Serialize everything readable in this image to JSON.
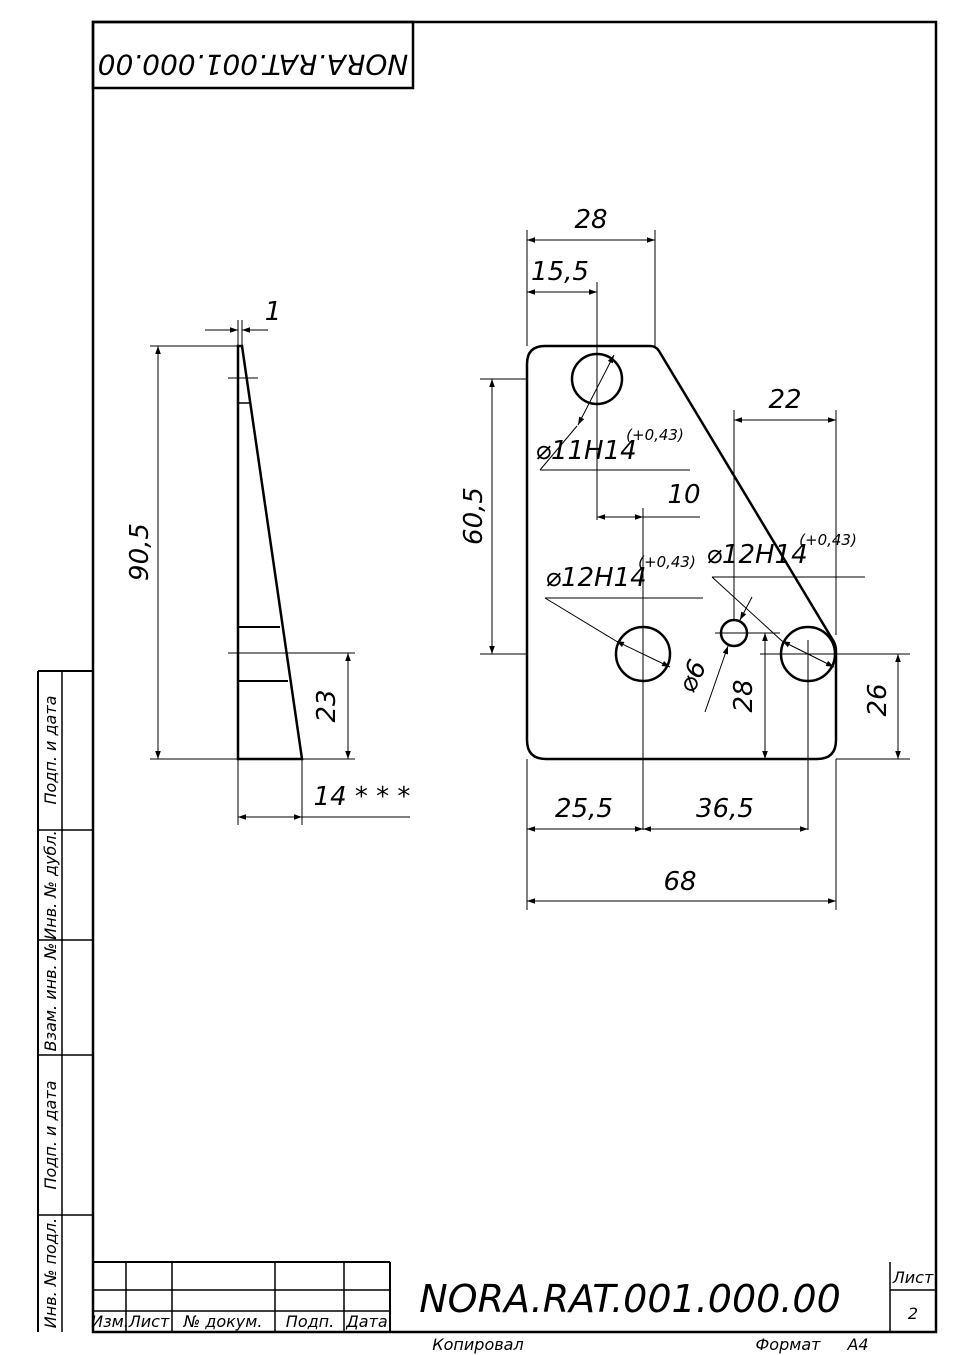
{
  "doc": {
    "code": "NORA.RAT.001.000.00",
    "mirrored_code": "NORA.RAT.001.000.00",
    "sheet_label": "Лист",
    "sheet_number": "2",
    "copied_label": "Копировал",
    "format_label": "Формат",
    "format_value": "A4"
  },
  "title_block": {
    "columns": [
      "Изм.",
      "Лист",
      "№ докум.",
      "Подп.",
      "Дата"
    ]
  },
  "side_strip": {
    "labels": [
      "Подп. и дата",
      "Инв. № дубл.",
      "Взам. инв. №",
      "Подп. и дата",
      "Инв. № подл."
    ]
  },
  "side_view": {
    "dims": {
      "top_thickness": "1",
      "height": "90,5",
      "lower_height": "23",
      "bottom_width": "14 * * *"
    }
  },
  "front_view": {
    "dims": {
      "top_width": "28",
      "hole1_offset": "15,5",
      "height": "60,5",
      "right_offset": "22",
      "hole_step": "10",
      "small_hole_height": "28",
      "right_hole_height": "26",
      "left_hole_offset": "25,5",
      "right_hole_spacing": "36,5",
      "total_width": "68"
    },
    "callouts": {
      "hole_upper": {
        "dia": "⌀11H14",
        "tol": "(+0,43)"
      },
      "hole_lower_left": {
        "dia": "⌀12H14",
        "tol": "(+0,43)"
      },
      "hole_lower_right": {
        "dia": "⌀12H14",
        "tol": "(+0,43)"
      },
      "hole_small": {
        "dia": "⌀6"
      }
    }
  }
}
